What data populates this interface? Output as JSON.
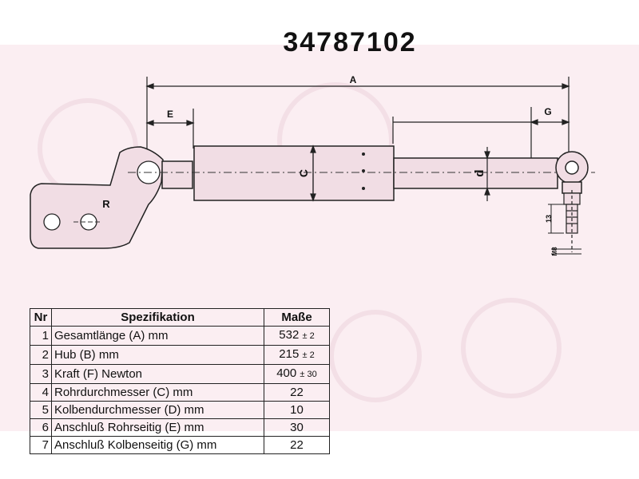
{
  "part_number_visible": "34787102",
  "dimension_labels": {
    "A": "A",
    "E": "E",
    "G": "G",
    "C": "C",
    "d": "d",
    "R": "R",
    "thread_height": "13",
    "thread_size": "M8"
  },
  "table": {
    "headers": {
      "nr": "Nr",
      "spec": "Spezifikation",
      "value": "Maße"
    },
    "rows": [
      {
        "nr": "1",
        "spec": "Gesamtlänge (A) mm",
        "value": "532",
        "tol": "± 2"
      },
      {
        "nr": "2",
        "spec": "Hub (B)  mm",
        "value": "215",
        "tol": "± 2"
      },
      {
        "nr": "3",
        "spec": "Kraft (F) Newton",
        "value": "400",
        "tol": "± 30"
      },
      {
        "nr": "4",
        "spec": "Rohrdurchmesser (C) mm",
        "value": "22",
        "tol": ""
      },
      {
        "nr": "5",
        "spec": "Kolbendurchmesser (D) mm",
        "value": "10",
        "tol": ""
      },
      {
        "nr": "6",
        "spec": "Anschluß Rohrseitig (E) mm",
        "value": "30",
        "tol": ""
      },
      {
        "nr": "7",
        "spec": "Anschluß Kolbenseitig (G) mm",
        "value": "22",
        "tol": ""
      }
    ]
  },
  "colors": {
    "background": "#fbeef2",
    "part_fill": "#f1dde4",
    "line": "#222222"
  }
}
